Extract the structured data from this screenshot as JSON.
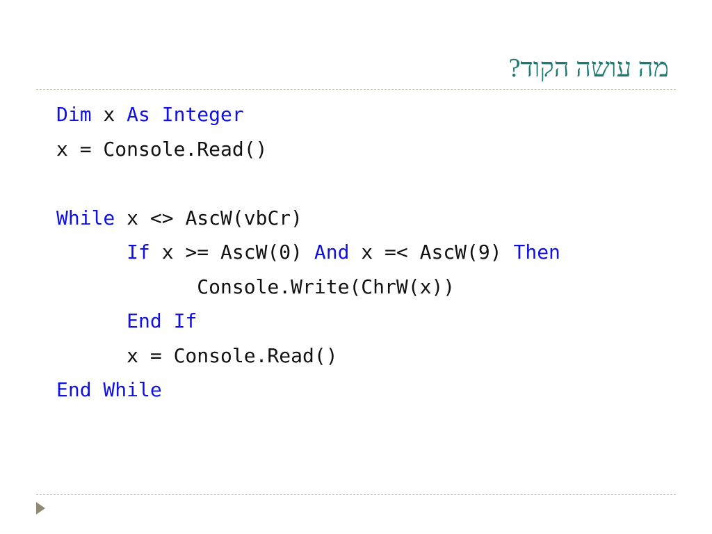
{
  "slide": {
    "title": "מה עושה הקוד?"
  },
  "code_lines": [
    [
      {
        "text": "Dim",
        "kw": true
      },
      {
        "text": " x ",
        "kw": false
      },
      {
        "text": "As",
        "kw": true
      },
      {
        "text": " ",
        "kw": false
      },
      {
        "text": "Integer",
        "kw": true
      }
    ],
    [
      {
        "text": "x = Console.Read()",
        "kw": false
      }
    ],
    [],
    [
      {
        "text": "While",
        "kw": true
      },
      {
        "text": " x <> AscW(vbCr)",
        "kw": false
      }
    ],
    [
      {
        "text": "      ",
        "kw": false
      },
      {
        "text": "If",
        "kw": true
      },
      {
        "text": " x >= AscW(0) ",
        "kw": false
      },
      {
        "text": "And",
        "kw": true
      },
      {
        "text": " x =< AscW(9) ",
        "kw": false
      },
      {
        "text": "Then",
        "kw": true
      }
    ],
    [
      {
        "text": "            Console.Write(ChrW(x))",
        "kw": false
      }
    ],
    [
      {
        "text": "      ",
        "kw": false
      },
      {
        "text": "End If",
        "kw": true
      }
    ],
    [
      {
        "text": "      x = Console.Read()",
        "kw": false
      }
    ],
    [
      {
        "text": "End While",
        "kw": true
      }
    ]
  ],
  "colors": {
    "title": "#1f7a73",
    "keyword": "#1010e0",
    "text": "#111111",
    "divider": "#b9b6a8",
    "nav_arrow": "#8e8a74"
  },
  "icons": {
    "nav": "triangle-right-icon"
  }
}
